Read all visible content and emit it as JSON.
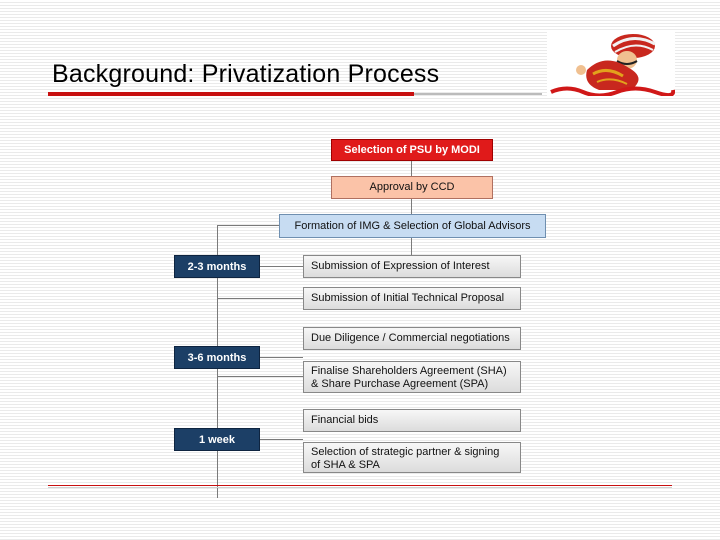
{
  "slide": {
    "title": "Background: Privatization Process"
  },
  "process": {
    "selection": "Selection of PSU by MODI",
    "approval": "Approval by CCD",
    "formation": "Formation of IMG & Selection of Global Advisors",
    "eoi": "Submission of Expression of Interest",
    "itp": "Submission of Initial Technical Proposal",
    "due_diligence": "Due Diligence / Commercial negotiations",
    "finalise_line1": "Finalise Shareholders Agreement (SHA)",
    "finalise_line2": "& Share Purchase Agreement (SPA)",
    "financial_bids": "Financial bids",
    "strategic_line1": "Selection of strategic partner & signing",
    "strategic_line2": "of SHA & SPA"
  },
  "phases": {
    "phase1": "2-3 months",
    "phase2": "3-6 months",
    "phase3": "1 week"
  },
  "colors": {
    "accent_red": "#e01a1a",
    "approval_salmon": "#fbc3a8",
    "formation_blue": "#c7dcf2",
    "phase_navy": "#1c3f66"
  }
}
